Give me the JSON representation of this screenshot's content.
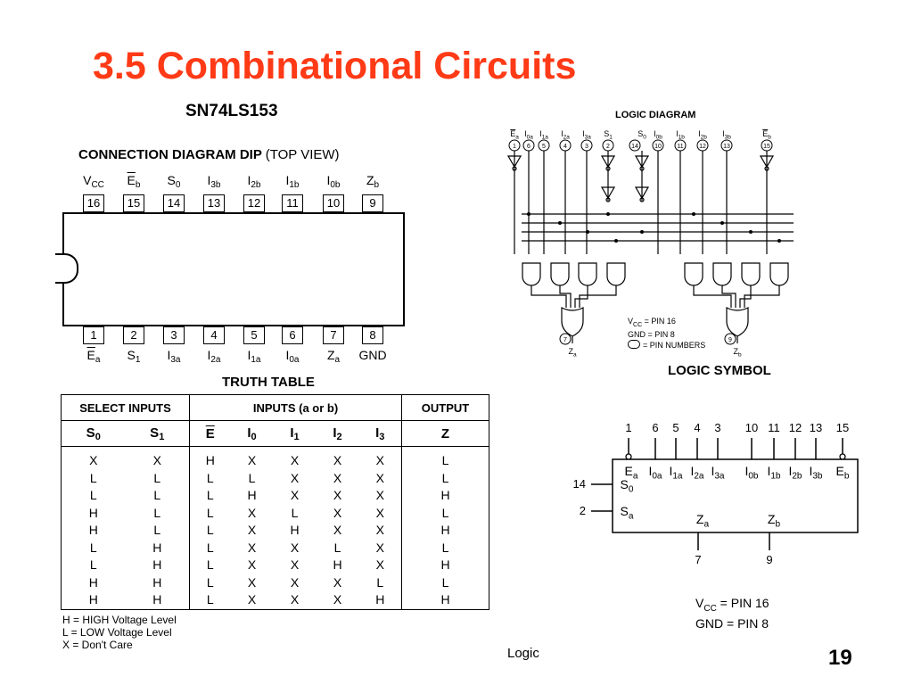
{
  "slide": {
    "title": "3.5 Combinational Circuits",
    "chip_name": "SN74LS153",
    "footer_text": "Logic",
    "page_number": "19",
    "title_color": "#ff3a16"
  },
  "connection_diagram": {
    "title_bold": "CONNECTION DIAGRAM DIP",
    "title_normal": "(TOP VIEW)",
    "top_pins": [
      {
        "num": "16",
        "label": "V",
        "sub": "CC",
        "over": false
      },
      {
        "num": "15",
        "label": "E",
        "sub": "b",
        "over": true
      },
      {
        "num": "14",
        "label": "S",
        "sub": "0",
        "over": false
      },
      {
        "num": "13",
        "label": "I",
        "sub": "3b",
        "over": false
      },
      {
        "num": "12",
        "label": "I",
        "sub": "2b",
        "over": false
      },
      {
        "num": "11",
        "label": "I",
        "sub": "1b",
        "over": false
      },
      {
        "num": "10",
        "label": "I",
        "sub": "0b",
        "over": false
      },
      {
        "num": "9",
        "label": "Z",
        "sub": "b",
        "over": false
      }
    ],
    "bottom_pins": [
      {
        "num": "1",
        "label": "E",
        "sub": "a",
        "over": true
      },
      {
        "num": "2",
        "label": "S",
        "sub": "1",
        "over": false
      },
      {
        "num": "3",
        "label": "I",
        "sub": "3a",
        "over": false
      },
      {
        "num": "4",
        "label": "I",
        "sub": "2a",
        "over": false
      },
      {
        "num": "5",
        "label": "I",
        "sub": "1a",
        "over": false
      },
      {
        "num": "6",
        "label": "I",
        "sub": "0a",
        "over": false
      },
      {
        "num": "7",
        "label": "Z",
        "sub": "a",
        "over": false
      },
      {
        "num": "8",
        "label": "GND",
        "sub": "",
        "over": false
      }
    ]
  },
  "truth_table": {
    "title": "TRUTH TABLE",
    "groups": [
      "SELECT INPUTS",
      "INPUTS (a or b)",
      "OUTPUT"
    ],
    "columns": [
      {
        "label": "S",
        "sub": "0",
        "over": false
      },
      {
        "label": "S",
        "sub": "1",
        "over": false
      },
      {
        "label": "E",
        "sub": "",
        "over": true
      },
      {
        "label": "I",
        "sub": "0",
        "over": false
      },
      {
        "label": "I",
        "sub": "1",
        "over": false
      },
      {
        "label": "I",
        "sub": "2",
        "over": false
      },
      {
        "label": "I",
        "sub": "3",
        "over": false
      },
      {
        "label": "Z",
        "sub": "",
        "over": false
      }
    ],
    "rows": [
      [
        "X",
        "X",
        "H",
        "X",
        "X",
        "X",
        "X",
        "L"
      ],
      [
        "L",
        "L",
        "L",
        "L",
        "X",
        "X",
        "X",
        "L"
      ],
      [
        "L",
        "L",
        "L",
        "H",
        "X",
        "X",
        "X",
        "H"
      ],
      [
        "H",
        "L",
        "L",
        "X",
        "L",
        "X",
        "X",
        "L"
      ],
      [
        "H",
        "L",
        "L",
        "X",
        "H",
        "X",
        "X",
        "H"
      ],
      [
        "L",
        "H",
        "L",
        "X",
        "X",
        "L",
        "X",
        "L"
      ],
      [
        "L",
        "H",
        "L",
        "X",
        "X",
        "H",
        "X",
        "H"
      ],
      [
        "H",
        "H",
        "L",
        "X",
        "X",
        "X",
        "L",
        "L"
      ],
      [
        "H",
        "H",
        "L",
        "X",
        "X",
        "X",
        "H",
        "H"
      ]
    ],
    "legend": [
      "H = HIGH Voltage Level",
      "L = LOW Voltage Level",
      "X = Don't Care"
    ]
  },
  "logic_diagram": {
    "title": "LOGIC DIAGRAM",
    "pin_labels": [
      {
        "label": "E",
        "sub": "a",
        "over": true
      },
      {
        "label": "I",
        "sub": "0a",
        "over": false
      },
      {
        "label": "I",
        "sub": "1a",
        "over": false
      },
      {
        "label": "I",
        "sub": "2a",
        "over": false
      },
      {
        "label": "I",
        "sub": "3a",
        "over": false
      },
      {
        "label": "S",
        "sub": "1",
        "over": false
      },
      {
        "label": "S",
        "sub": "0",
        "over": false
      },
      {
        "label": "I",
        "sub": "0b",
        "over": false
      },
      {
        "label": "I",
        "sub": "1b",
        "over": false
      },
      {
        "label": "I",
        "sub": "2b",
        "over": false
      },
      {
        "label": "I",
        "sub": "3b",
        "over": false
      },
      {
        "label": "E",
        "sub": "b",
        "over": true
      }
    ],
    "pin_numbers": [
      "1",
      "6",
      "5",
      "4",
      "3",
      "2",
      "14",
      "10",
      "11",
      "12",
      "13",
      "15"
    ],
    "out_a_pin": "7",
    "out_a_label": "Z",
    "out_a_sub": "a",
    "out_b_pin": "9",
    "out_b_label": "Z",
    "out_b_sub": "b",
    "notes": [
      "V",
      "CC",
      " = PIN 16",
      "GND = PIN 8",
      "= PIN NUMBERS"
    ]
  },
  "logic_symbol": {
    "title": "LOGIC SYMBOL",
    "top_pin_numbers": [
      "1",
      "6",
      "5",
      "4",
      "3",
      "10",
      "11",
      "12",
      "13",
      "15"
    ],
    "top_labels": [
      {
        "label": "E",
        "sub": "a",
        "over": false
      },
      {
        "label": "I",
        "sub": "0a",
        "over": false
      },
      {
        "label": "I",
        "sub": "1a",
        "over": false
      },
      {
        "label": "I",
        "sub": "2a",
        "over": false
      },
      {
        "label": "I",
        "sub": "3a",
        "over": false
      },
      {
        "label": "I",
        "sub": "0b",
        "over": false
      },
      {
        "label": "I",
        "sub": "1b",
        "over": false
      },
      {
        "label": "I",
        "sub": "2b",
        "over": false
      },
      {
        "label": "I",
        "sub": "3b",
        "over": false
      },
      {
        "label": "E",
        "sub": "b",
        "over": false
      }
    ],
    "left_pins": [
      {
        "num": "14",
        "label": "S",
        "sub": "0"
      },
      {
        "num": "2",
        "label": "S",
        "sub": "a"
      }
    ],
    "bottom_pins": [
      {
        "num": "7",
        "label": "Z",
        "sub": "a"
      },
      {
        "num": "9",
        "label": "Z",
        "sub": "b"
      }
    ],
    "note_vcc": "V",
    "note_vcc_sub": "CC",
    "note_vcc_rest": " = PIN 16",
    "note_gnd": "GND = PIN 8"
  }
}
